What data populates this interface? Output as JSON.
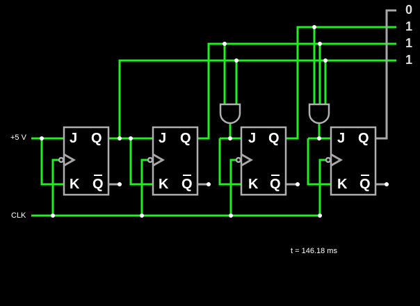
{
  "inputs": {
    "vcc_label": "+5 V",
    "clk_label": "CLK"
  },
  "flipflops": [
    {
      "j": "J",
      "k": "K",
      "q": "Q",
      "qbar": "Q"
    },
    {
      "j": "J",
      "k": "K",
      "q": "Q",
      "qbar": "Q"
    },
    {
      "j": "J",
      "k": "K",
      "q": "Q",
      "qbar": "Q"
    },
    {
      "j": "J",
      "k": "K",
      "q": "Q",
      "qbar": "Q"
    }
  ],
  "outputs": [
    "0",
    "1",
    "1",
    "1"
  ],
  "status": {
    "time": "t = 146.18 ms"
  },
  "colors": {
    "high": "#22ee22",
    "low": "#a8a8a8",
    "background": "#000000"
  }
}
